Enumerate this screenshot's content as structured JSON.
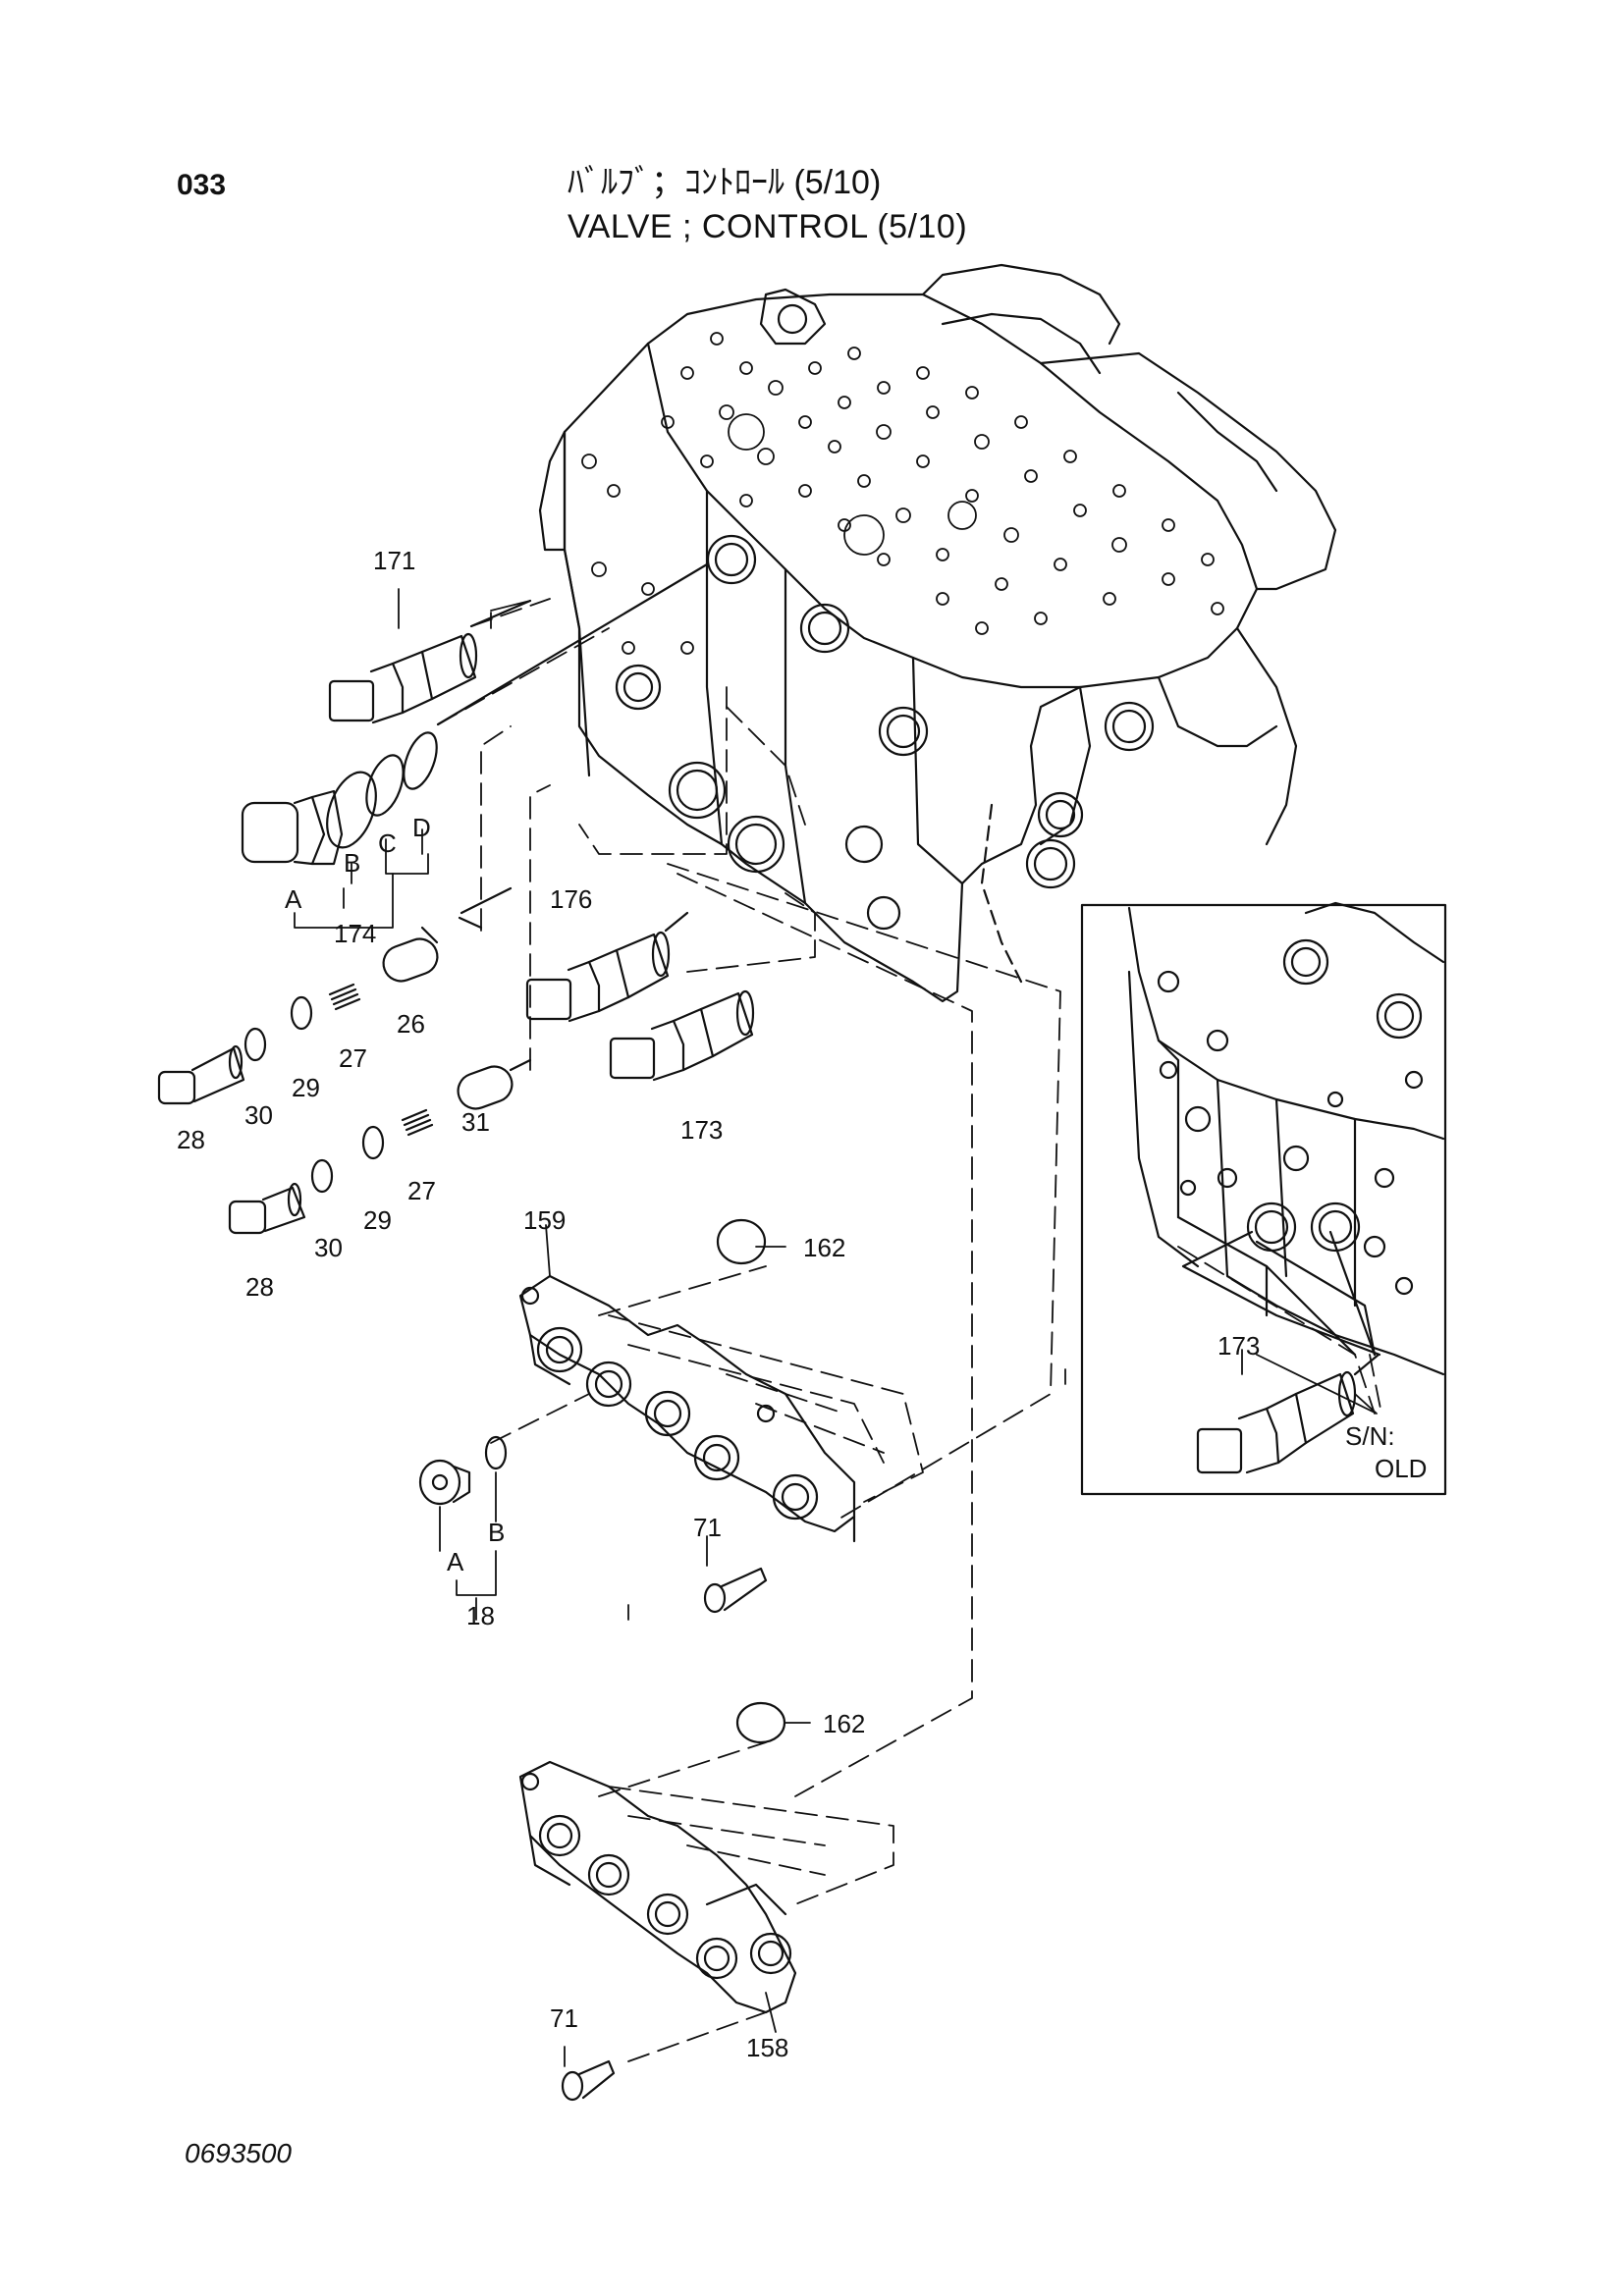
{
  "page_number": "033",
  "title_jp": "ﾊﾞﾙﾌﾞ；ｺﾝﾄﾛｰﾙ (5/10)",
  "title_en": "VALVE ; CONTROL (5/10)",
  "drawing_number": "0693500",
  "inset_note": {
    "line1": "S/N:",
    "line2": "OLD"
  },
  "part_labels": {
    "p171": "171",
    "p174": "174",
    "pA1": "A",
    "pB1": "B",
    "pC1": "C",
    "pD1": "D",
    "p176": "176",
    "p173": "173",
    "p26": "26",
    "p27a": "27",
    "p29a": "29",
    "p30a": "30",
    "p28a": "28",
    "p31": "31",
    "p27b": "27",
    "p29b": "29",
    "p30b": "30",
    "p28b": "28",
    "p159": "159",
    "p162a": "162",
    "pA2": "A",
    "pB2": "B",
    "p18": "18",
    "p71a": "71",
    "p162b": "162",
    "p71b": "71",
    "p158": "158",
    "p173i": "173"
  }
}
